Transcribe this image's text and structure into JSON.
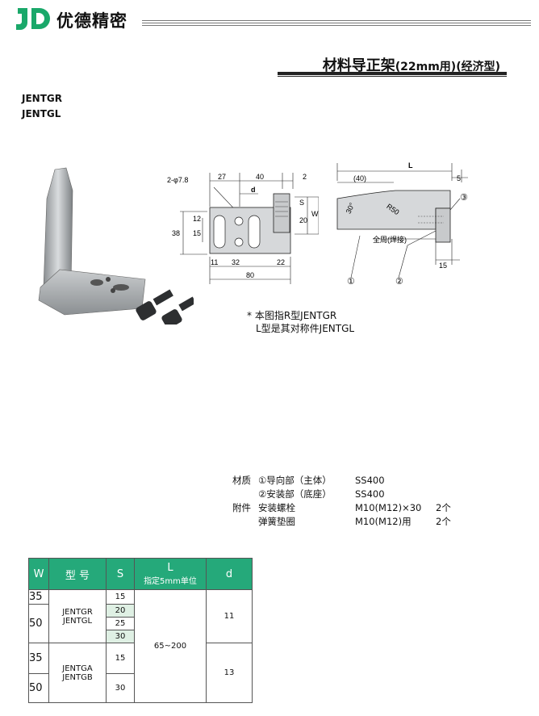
{
  "header": {
    "brand": "优德精密",
    "brand_color": "#1aa86a"
  },
  "title": {
    "main": "材料导正架",
    "sub": "(22mm用)(经济型)"
  },
  "models": [
    "JENTGR",
    "JENTGL"
  ],
  "drawing": {
    "top_dims": [
      "27",
      "40",
      "2"
    ],
    "hole_label": "2-φ7.8",
    "d_label": "d",
    "left_dims": [
      "38",
      "15",
      "12"
    ],
    "side_dims": [
      "S",
      "20",
      "W"
    ],
    "bottom_dims": [
      "11",
      "32",
      "22"
    ],
    "total": "80",
    "right_top": [
      "L",
      "(40)",
      "5"
    ],
    "angle": "30°",
    "radius": "R50",
    "weld": "全周(焊接)",
    "right_bottom": "15",
    "callouts": [
      "①",
      "②",
      "③"
    ]
  },
  "note": {
    "line1": "* 本图指R型JENTGR",
    "line2": "L型是其对称件JENTGL"
  },
  "materials": [
    {
      "c1": "材质",
      "c2": "①导向部（主体）",
      "c3": "SS400",
      "c4": ""
    },
    {
      "c1": "",
      "c2": "②安装部（底座）",
      "c3": "SS400",
      "c4": ""
    },
    {
      "c1": "附件",
      "c2": "安装螺栓",
      "c3": "M10(M12)×30",
      "c4": "2个"
    },
    {
      "c1": "",
      "c2": "弹簧垫圈",
      "c3": "M10(M12)用",
      "c4": "2个"
    }
  ],
  "table": {
    "headers": {
      "w": "W",
      "model": "型 号",
      "s": "S",
      "l": "L",
      "l_sub": "指定5mm单位",
      "d": "d"
    },
    "w_values": [
      "35",
      "50",
      "35",
      "50"
    ],
    "models_a": [
      "JENTGR",
      "JENTGL"
    ],
    "models_b": [
      "JENTGA",
      "JENTGB"
    ],
    "s_values": [
      "15",
      "20",
      "25",
      "30",
      "15",
      "30"
    ],
    "l_range": "65~200",
    "d_values": [
      "11",
      "13"
    ]
  }
}
